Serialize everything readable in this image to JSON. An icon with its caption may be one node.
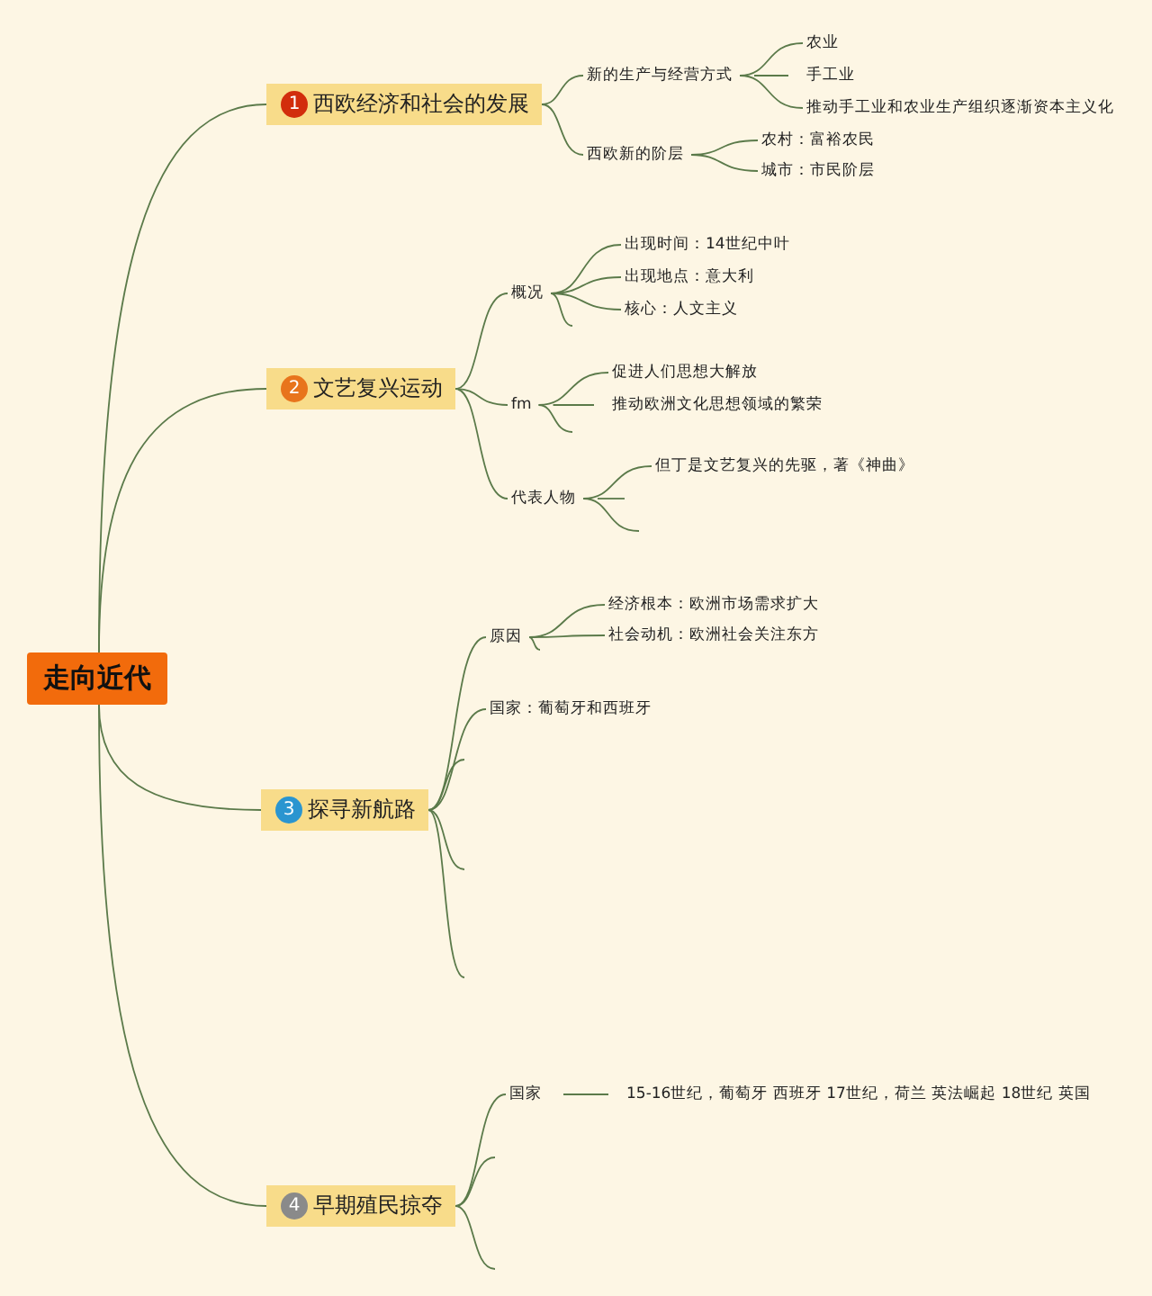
{
  "diagram": {
    "nodes": [
      {
        "text": [
          "走向近代"
        ]
      },
      {
        "text": [
          "1",
          "西欧经济和社会的发展"
        ]
      },
      {
        "text": [
          "新的生产与经营方式"
        ]
      },
      {
        "text": [
          "农业"
        ]
      },
      {
        "text": [
          "手工业"
        ]
      },
      {
        "text": [
          "推动手工业和农业生产组织逐渐资本主义化"
        ]
      },
      {
        "text": [
          "西欧新的阶层"
        ]
      },
      {
        "text": [
          "农村：富裕农民"
        ]
      },
      {
        "text": [
          "城市：市民阶层"
        ]
      },
      {
        "text": [
          "2",
          "文艺复兴运动"
        ]
      },
      {
        "text": [
          "概况"
        ]
      },
      {
        "text": [
          "出现时间：14世纪中叶"
        ]
      },
      {
        "text": [
          "出现地点：意大利"
        ]
      },
      {
        "text": [
          "核心：人文主义"
        ]
      },
      {
        "text": [
          "fm"
        ]
      },
      {
        "text": [
          "促进人们思想大解放"
        ]
      },
      {
        "text": [
          "推动欧洲文化思想领域的繁荣"
        ]
      },
      {
        "text": [
          "代表人物"
        ]
      },
      {
        "text": [
          "但丁是文艺复兴的先驱，著《神曲》"
        ]
      },
      {
        "text": [
          "3",
          "探寻新航路"
        ]
      },
      {
        "text": [
          "原因"
        ]
      },
      {
        "text": [
          "经济根本：欧洲市场需求扩大"
        ]
      },
      {
        "text": [
          "社会动机：欧洲社会关注东方"
        ]
      },
      {
        "text": [
          "国家：葡萄牙和西班牙"
        ]
      },
      {
        "text": [
          "4",
          "早期殖民掠夺"
        ]
      },
      {
        "text": [
          "国家"
        ]
      },
      {
        "text": [
          "15-16世纪，葡萄牙 西班牙 17世纪，荷兰 英法崛起 18世纪 英国"
        ]
      }
    ],
    "edges": [
      {
        "from": 0,
        "to": 1,
        "arrow": "none"
      },
      {
        "from": 0,
        "to": 9,
        "arrow": "none"
      },
      {
        "from": 0,
        "to": 19,
        "arrow": "none"
      },
      {
        "from": 0,
        "to": 24,
        "arrow": "none"
      },
      {
        "from": 1,
        "to": 2,
        "arrow": "none"
      },
      {
        "from": 1,
        "to": 6,
        "arrow": "none"
      },
      {
        "from": 2,
        "to": 3,
        "arrow": "none"
      },
      {
        "from": 2,
        "to": 4,
        "arrow": "none"
      },
      {
        "from": 2,
        "to": 5,
        "arrow": "none"
      },
      {
        "from": 6,
        "to": 7,
        "arrow": "none"
      },
      {
        "from": 6,
        "to": 8,
        "arrow": "none"
      },
      {
        "from": 9,
        "to": 10,
        "arrow": "none"
      },
      {
        "from": 9,
        "to": 14,
        "arrow": "none"
      },
      {
        "from": 9,
        "to": 17,
        "arrow": "none"
      },
      {
        "from": 10,
        "to": 11,
        "arrow": "none"
      },
      {
        "from": 10,
        "to": 12,
        "arrow": "none"
      },
      {
        "from": 10,
        "to": 13,
        "arrow": "none"
      },
      {
        "from": 10,
        "to": null,
        "arrow": "none"
      },
      {
        "from": 14,
        "to": 15,
        "arrow": "none"
      },
      {
        "from": 14,
        "to": 16,
        "arrow": "none"
      },
      {
        "from": 14,
        "to": null,
        "arrow": "none"
      },
      {
        "from": 17,
        "to": 18,
        "arrow": "none"
      },
      {
        "from": 17,
        "to": null,
        "arrow": "none"
      },
      {
        "from": 17,
        "to": null,
        "arrow": "none"
      },
      {
        "from": 19,
        "to": 20,
        "arrow": "none"
      },
      {
        "from": 19,
        "to": 23,
        "arrow": "none"
      },
      {
        "from": 19,
        "to": null,
        "arrow": "none"
      },
      {
        "from": 19,
        "to": null,
        "arrow": "none"
      },
      {
        "from": 19,
        "to": null,
        "arrow": "none"
      },
      {
        "from": 20,
        "to": 21,
        "arrow": "none"
      },
      {
        "from": 20,
        "to": 22,
        "arrow": "none"
      },
      {
        "from": 20,
        "to": null,
        "arrow": "none"
      },
      {
        "from": 24,
        "to": 25,
        "arrow": "none"
      },
      {
        "from": 24,
        "to": null,
        "arrow": "none"
      },
      {
        "from": 24,
        "to": null,
        "arrow": "none"
      },
      {
        "from": 25,
        "to": 26,
        "arrow": "none"
      }
    ]
  }
}
